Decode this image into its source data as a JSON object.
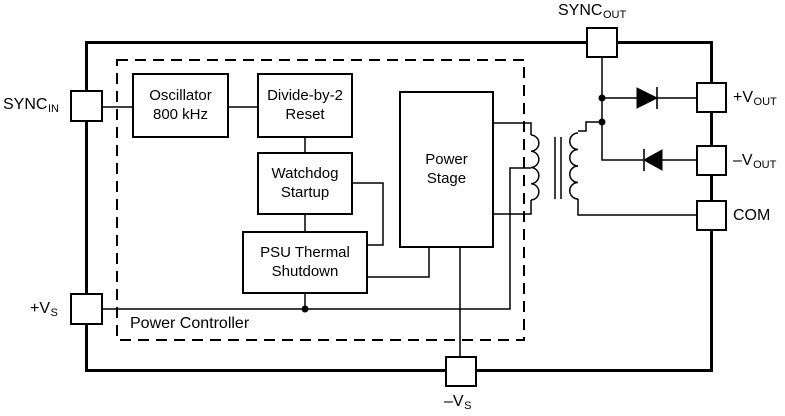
{
  "colors": {
    "stroke": "#000000",
    "background": "#ffffff"
  },
  "power_controller": {
    "label": "Power Controller"
  },
  "blocks": {
    "oscillator": {
      "line1": "Oscillator",
      "line2": "800 kHz"
    },
    "divide_by_2": {
      "line1": "Divide-by-2",
      "line2": "Reset"
    },
    "watchdog": {
      "line1": "Watchdog",
      "line2": "Startup"
    },
    "psu_thermal": {
      "line1": "PSU Thermal",
      "line2": "Shutdown"
    },
    "power_stage": {
      "line1": "Power",
      "line2": "Stage"
    }
  },
  "pins": {
    "sync_in": {
      "base": "SYNC",
      "sub": "IN"
    },
    "sync_out": {
      "base": "SYNC",
      "sub": "OUT"
    },
    "pos_vout": {
      "base": "+V",
      "sub": "OUT"
    },
    "neg_vout": {
      "base": "–V",
      "sub": "OUT"
    },
    "com": {
      "base": "COM",
      "sub": ""
    },
    "pos_vs": {
      "base": "+V",
      "sub": "S"
    },
    "neg_vs": {
      "base": "–V",
      "sub": "S"
    }
  }
}
